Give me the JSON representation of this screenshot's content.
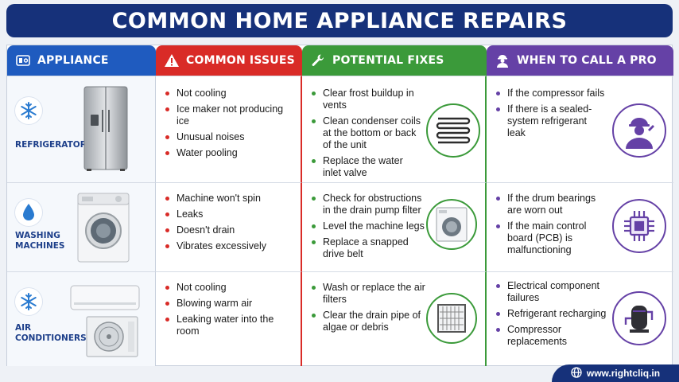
{
  "title": "COMMON HOME APPLIANCE REPAIRS",
  "headers": {
    "appliance": "APPLIANCE",
    "issues": "COMMON ISSUES",
    "fixes": "POTENTIAL FIXES",
    "pro": "WHEN TO CALL A PRO"
  },
  "rows": [
    {
      "appliance": "REFRIGERATORS",
      "issues": [
        "Not cooling",
        "Ice maker not producing ice",
        "Unusual noises",
        "Water pooling"
      ],
      "fixes": [
        "Clear frost buildup in vents",
        "Clean condenser coils at the bottom or back of the unit",
        "Replace the water inlet valve"
      ],
      "pro": [
        "If the compressor fails",
        "If there is a sealed-system refrigerant leak"
      ]
    },
    {
      "appliance": "WASHING MACHINES",
      "issues": [
        "Machine won't spin",
        "Leaks",
        "Doesn't drain",
        "Vibrates excessively"
      ],
      "fixes": [
        "Check for obstructions in the drain pump filter",
        "Level the machine legs",
        "Replace a snapped drive belt"
      ],
      "pro": [
        "If the drum bearings are worn out",
        "If the main control board (PCB) is malfunctioning"
      ]
    },
    {
      "appliance": "AIR CONDITIONERS",
      "issues": [
        "Not cooling",
        "Blowing warm air",
        "Leaking water into the room"
      ],
      "fixes": [
        "Wash or replace the air filters",
        "Clear the drain pipe of algae or debris"
      ],
      "pro": [
        "Electrical component failures",
        "Refrigerant recharging",
        "Compressor replacements"
      ]
    }
  ],
  "footer": "www.rightcliq.in",
  "colors": {
    "navy": "#16317a",
    "blue": "#1f5bbf",
    "red": "#d92b27",
    "green": "#3b9a3a",
    "purple": "#6541a6"
  },
  "icons": [
    "appliance-icon",
    "warning-icon",
    "wrench-icon",
    "technician-icon",
    "snowflake-icon",
    "water-drop-icon",
    "globe-icon"
  ]
}
